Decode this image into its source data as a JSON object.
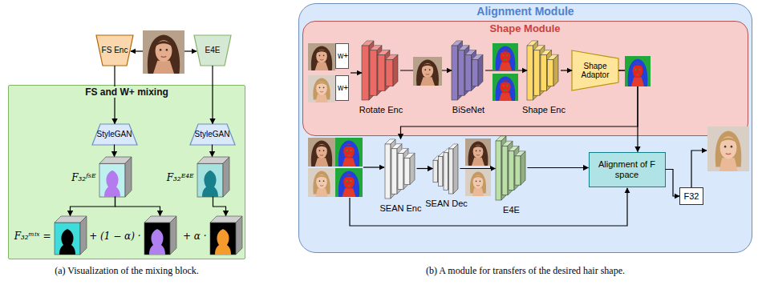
{
  "diagram": {
    "nodes": [
      {
        "text": [
          "FS Enc"
        ]
      },
      {
        "text": [
          "E4E"
        ]
      },
      {
        "text": [
          "FS and W+ mixing"
        ]
      },
      {
        "text": [
          "StyleGAN"
        ],
        "in": 2
      },
      {
        "text": [
          "StyleGAN"
        ],
        "in": 2
      },
      {
        "text": [
          "F₃₂ᶠˢᴱ"
        ],
        "in": 2
      },
      {
        "text": [
          "F₃₂ᴱ⁴ᴱ"
        ],
        "in": 2
      },
      {
        "text": [
          "F₃₂ᵐⁱˣ ="
        ],
        "in": 2
      },
      {
        "text": [
          "+ (1 − α) ·"
        ],
        "in": 2
      },
      {
        "text": [
          "+ α ·"
        ],
        "in": 2
      },
      {
        "text": [
          "Alignment Module"
        ]
      },
      {
        "text": [
          "Shape Module"
        ],
        "in": 10
      },
      {
        "text": [
          "w+"
        ],
        "in": 11
      },
      {
        "text": [
          "w+"
        ],
        "in": 11
      },
      {
        "text": [
          "Rotate Enc"
        ],
        "in": 11
      },
      {
        "text": [
          "BiSeNet"
        ],
        "in": 11
      },
      {
        "text": [
          "Shape Enc"
        ],
        "in": 11
      },
      {
        "text": [
          "Shape Adaptor"
        ],
        "in": 11
      },
      {
        "text": [
          "SEAN Enc"
        ],
        "in": 10
      },
      {
        "text": [
          "SEAN Dec"
        ],
        "in": 10
      },
      {
        "text": [
          "E4E"
        ],
        "in": 10
      },
      {
        "text": [
          "Alignment of F space"
        ],
        "in": 10
      },
      {
        "text": [
          "F32"
        ]
      }
    ],
    "edges": [
      {
        "from": 0,
        "to": 3,
        "arrow": "to"
      },
      {
        "from": 1,
        "to": 4,
        "arrow": "to"
      },
      {
        "from": 3,
        "to": 5,
        "arrow": "to"
      },
      {
        "from": 4,
        "to": 6,
        "arrow": "to"
      },
      {
        "from": 5,
        "to": 7,
        "arrow": "to"
      },
      {
        "from": 5,
        "to": 8,
        "arrow": "to"
      },
      {
        "from": 6,
        "to": 9,
        "arrow": "to"
      },
      {
        "from": 14,
        "to": 15,
        "arrow": "to"
      },
      {
        "from": 15,
        "to": 16,
        "arrow": "to"
      },
      {
        "from": 16,
        "to": 17,
        "arrow": "to"
      },
      {
        "from": 17,
        "to": 21,
        "arrow": "to"
      },
      {
        "from": 17,
        "to": 18,
        "arrow": "to"
      },
      {
        "from": 18,
        "to": 19,
        "arrow": "to"
      },
      {
        "from": 19,
        "to": 20,
        "arrow": "to"
      },
      {
        "from": 20,
        "to": 21,
        "arrow": "to"
      },
      {
        "from": 21,
        "to": 22,
        "arrow": "to"
      }
    ],
    "labels": [
      "(a) Visualization of the mixing block.",
      "(b) A module for transfers of the desired hair shape."
    ]
  }
}
